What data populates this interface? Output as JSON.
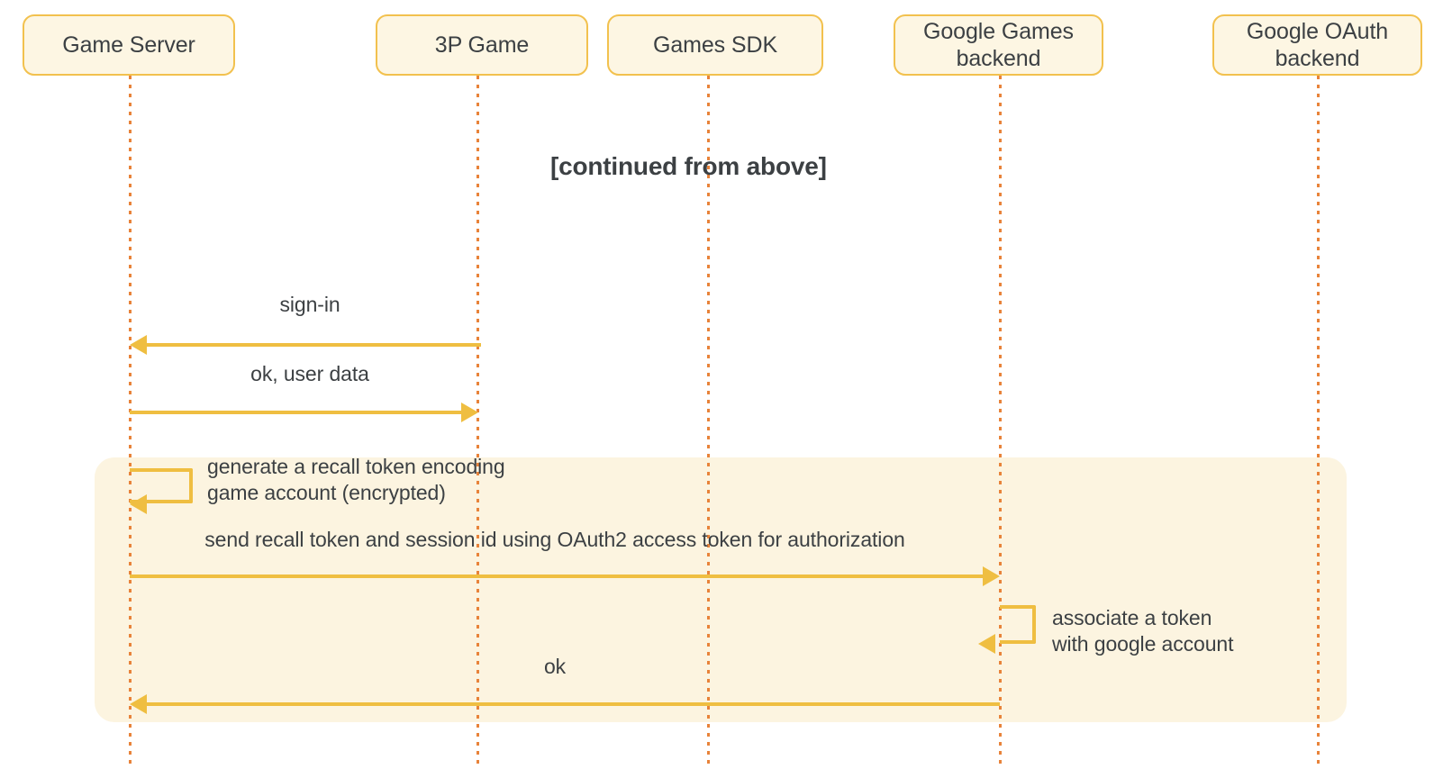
{
  "diagram": {
    "type": "sequence-diagram",
    "title_note": "[continued from above]",
    "colors": {
      "box_fill": "#FDF6E3",
      "box_border": "#F2C14E",
      "lifeline": "#E8833A",
      "arrow": "#EFBE41",
      "highlight_fill": "#FCF4E0",
      "text": "#3C4043",
      "background": "#FFFFFF"
    }
  },
  "participants": [
    {
      "id": "game-server",
      "label": "Game Server"
    },
    {
      "id": "third-party-game",
      "label": "3P Game"
    },
    {
      "id": "games-sdk",
      "label": "Games SDK"
    },
    {
      "id": "google-games-backend",
      "label": "Google Games\nbackend"
    },
    {
      "id": "google-oauth-backend",
      "label": "Google OAuth\nbackend"
    }
  ],
  "messages": [
    {
      "id": "sign-in",
      "label": "sign-in",
      "from": "third-party-game",
      "to": "game-server",
      "direction": "left",
      "kind": "call"
    },
    {
      "id": "ok-user-data",
      "label": "ok, user data",
      "from": "game-server",
      "to": "third-party-game",
      "direction": "right",
      "kind": "return"
    },
    {
      "id": "generate-recall-token",
      "label": "generate a recall token encoding\ngame account (encrypted)",
      "from": "game-server",
      "to": "game-server",
      "direction": "self",
      "kind": "self"
    },
    {
      "id": "send-recall-token",
      "label": "send recall token and session id using OAuth2 access token for authorization",
      "from": "game-server",
      "to": "google-games-backend",
      "direction": "right",
      "kind": "call"
    },
    {
      "id": "associate-token",
      "label": "associate a token\nwith google account",
      "from": "google-games-backend",
      "to": "google-games-backend",
      "direction": "self",
      "kind": "self"
    },
    {
      "id": "ok",
      "label": "ok",
      "from": "google-games-backend",
      "to": "game-server",
      "direction": "left",
      "kind": "return"
    }
  ]
}
